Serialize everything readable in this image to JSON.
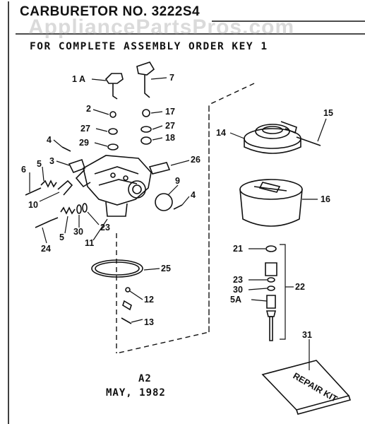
{
  "header": {
    "title": "CARBURETOR NO. 3222S4",
    "watermark": "AppliancePartsPros.com",
    "subtitle": "FOR COMPLETE ASSEMBLY ORDER KEY 1"
  },
  "footer": {
    "code": "A2",
    "date": "MAY, 1982"
  },
  "kit_label": "REPAIR KIT",
  "parts": [
    {
      "id": "p1A",
      "label": "1 A"
    },
    {
      "id": "p7",
      "label": "7"
    },
    {
      "id": "p2",
      "label": "2"
    },
    {
      "id": "p17",
      "label": "17"
    },
    {
      "id": "p27a",
      "label": "27"
    },
    {
      "id": "p27b",
      "label": "27"
    },
    {
      "id": "p4a",
      "label": "4"
    },
    {
      "id": "p29",
      "label": "29"
    },
    {
      "id": "p18",
      "label": "18"
    },
    {
      "id": "p3",
      "label": "3"
    },
    {
      "id": "p5a",
      "label": "5"
    },
    {
      "id": "p6",
      "label": "6"
    },
    {
      "id": "p26",
      "label": "26"
    },
    {
      "id": "p9",
      "label": "9"
    },
    {
      "id": "p4b",
      "label": "4"
    },
    {
      "id": "p10",
      "label": "10"
    },
    {
      "id": "p23a",
      "label": "23"
    },
    {
      "id": "p24",
      "label": "24"
    },
    {
      "id": "p5b",
      "label": "5"
    },
    {
      "id": "p30a",
      "label": "30"
    },
    {
      "id": "p11",
      "label": "11"
    },
    {
      "id": "p25",
      "label": "25"
    },
    {
      "id": "p12",
      "label": "12"
    },
    {
      "id": "p13",
      "label": "13"
    },
    {
      "id": "p14",
      "label": "14"
    },
    {
      "id": "p15",
      "label": "15"
    },
    {
      "id": "p16",
      "label": "16"
    },
    {
      "id": "p21",
      "label": "21"
    },
    {
      "id": "p23b",
      "label": "23"
    },
    {
      "id": "p30b",
      "label": "30"
    },
    {
      "id": "p5A",
      "label": "5A"
    },
    {
      "id": "p22",
      "label": "22"
    },
    {
      "id": "p31",
      "label": "31"
    }
  ]
}
